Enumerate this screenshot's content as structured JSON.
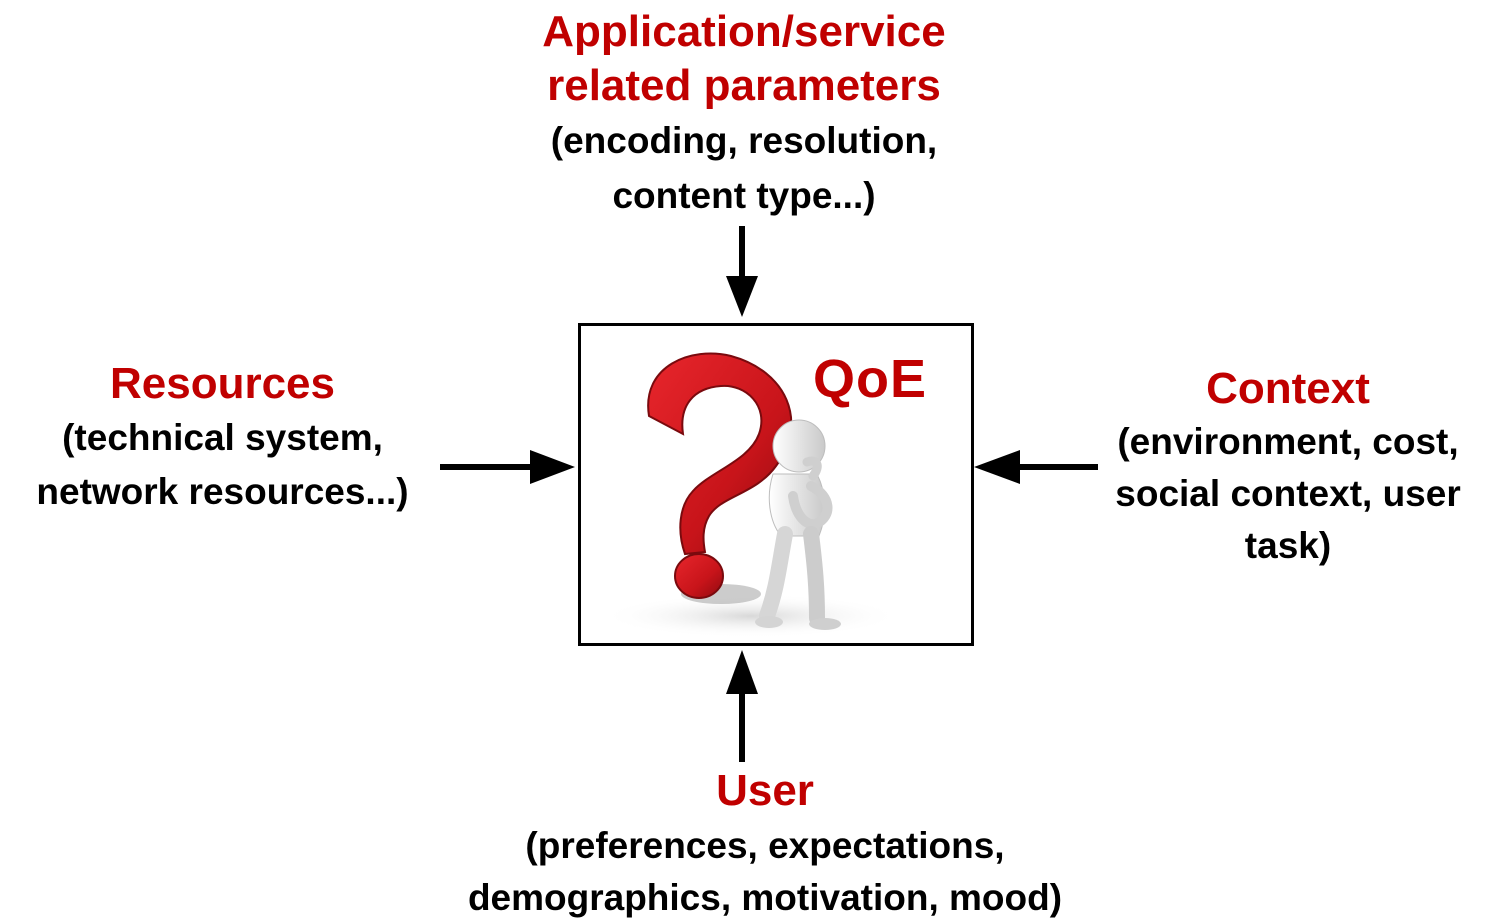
{
  "center": {
    "label": "QoE",
    "illustration": "question-mark-thinking-figure",
    "colors": {
      "label": "#c00000",
      "question_mark": "#c8141a",
      "border": "#000000"
    }
  },
  "top": {
    "title_lines": [
      "Application/service",
      "related parameters"
    ],
    "detail_lines": [
      "(encoding, resolution,",
      "content type...)"
    ]
  },
  "left": {
    "title": "Resources",
    "detail_lines": [
      "(technical system,",
      "network resources...)"
    ]
  },
  "right": {
    "title": "Context",
    "detail_lines": [
      "(environment, cost,",
      "social context, user",
      "task)"
    ]
  },
  "bottom": {
    "title": "User",
    "detail_lines": [
      "(preferences, expectations,",
      "demographics, motivation, mood)"
    ]
  },
  "colors": {
    "title": "#c00000",
    "text": "#000000",
    "arrow": "#000000"
  }
}
